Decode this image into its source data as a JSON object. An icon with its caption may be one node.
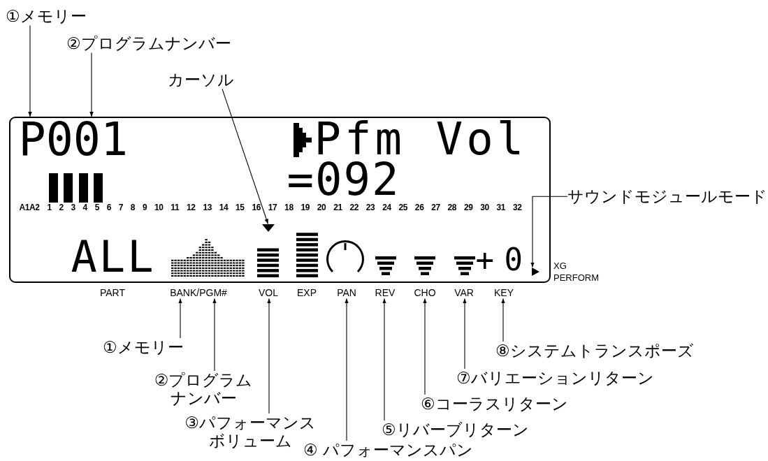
{
  "diagram": {
    "nodes": [
      {
        "text": [
          "①メモリー"
        ]
      },
      {
        "text": [
          "②プログラムナンバー"
        ]
      },
      {
        "text": [
          "カーソル"
        ]
      },
      {
        "text": [
          "サウンドモジュールモード"
        ]
      },
      {
        "text": [
          "P001",
          "Pfm Vol",
          "=092",
          "A1A2 1 2 3 4 5 6 7 8 9 10 11 12 13 14 15 16 17 18 19 20 21 22 23 24 25 26 27 28 29 30 31 32",
          "ALL",
          "+ 0"
        ]
      },
      {
        "text": [],
        "shape": "triangle",
        "in": 4
      },
      {
        "text": [],
        "shape": "triangle",
        "in": 4
      },
      {
        "text": [
          "BANK/PGM#"
        ]
      },
      {
        "text": [
          "VOL"
        ]
      },
      {
        "text": [
          "PAN"
        ]
      },
      {
        "text": [
          "REV"
        ]
      },
      {
        "text": [
          "CHO"
        ]
      },
      {
        "text": [
          "VAR"
        ]
      },
      {
        "text": [
          "KEY"
        ]
      },
      {
        "text": [
          "①メモリー"
        ]
      },
      {
        "text": [
          "②プログラムナンバー"
        ]
      },
      {
        "text": [
          "③パフォーマンスボリューム"
        ]
      },
      {
        "text": [
          "④ パフォーマンスパン"
        ]
      },
      {
        "text": [
          "⑤リバーブリターン"
        ]
      },
      {
        "text": [
          "⑥コーラスリターン"
        ]
      },
      {
        "text": [
          "⑦バリエーションリターン"
        ]
      },
      {
        "text": [
          "⑧システムトランスポーズ"
        ]
      }
    ],
    "edges": [
      {
        "from": 0,
        "to": 4,
        "arrow": "to"
      },
      {
        "from": 1,
        "to": 4,
        "arrow": "to"
      },
      {
        "from": 2,
        "to": 5,
        "arrow": "to"
      },
      {
        "from": 3,
        "to": 6,
        "arrow": "to"
      },
      {
        "from": 14,
        "to": 7,
        "arrow": "to"
      },
      {
        "from": 15,
        "to": 7,
        "arrow": "to"
      },
      {
        "from": 16,
        "to": 8,
        "arrow": "to"
      },
      {
        "from": 17,
        "to": 9,
        "arrow": "to"
      },
      {
        "from": 18,
        "to": 10,
        "arrow": "to"
      },
      {
        "from": 19,
        "to": 11,
        "arrow": "to"
      },
      {
        "from": 20,
        "to": 12,
        "arrow": "to"
      },
      {
        "from": 21,
        "to": 13,
        "arrow": "to"
      }
    ],
    "labels": [
      "XG",
      "PERFORM",
      "PART",
      "EXP"
    ]
  }
}
